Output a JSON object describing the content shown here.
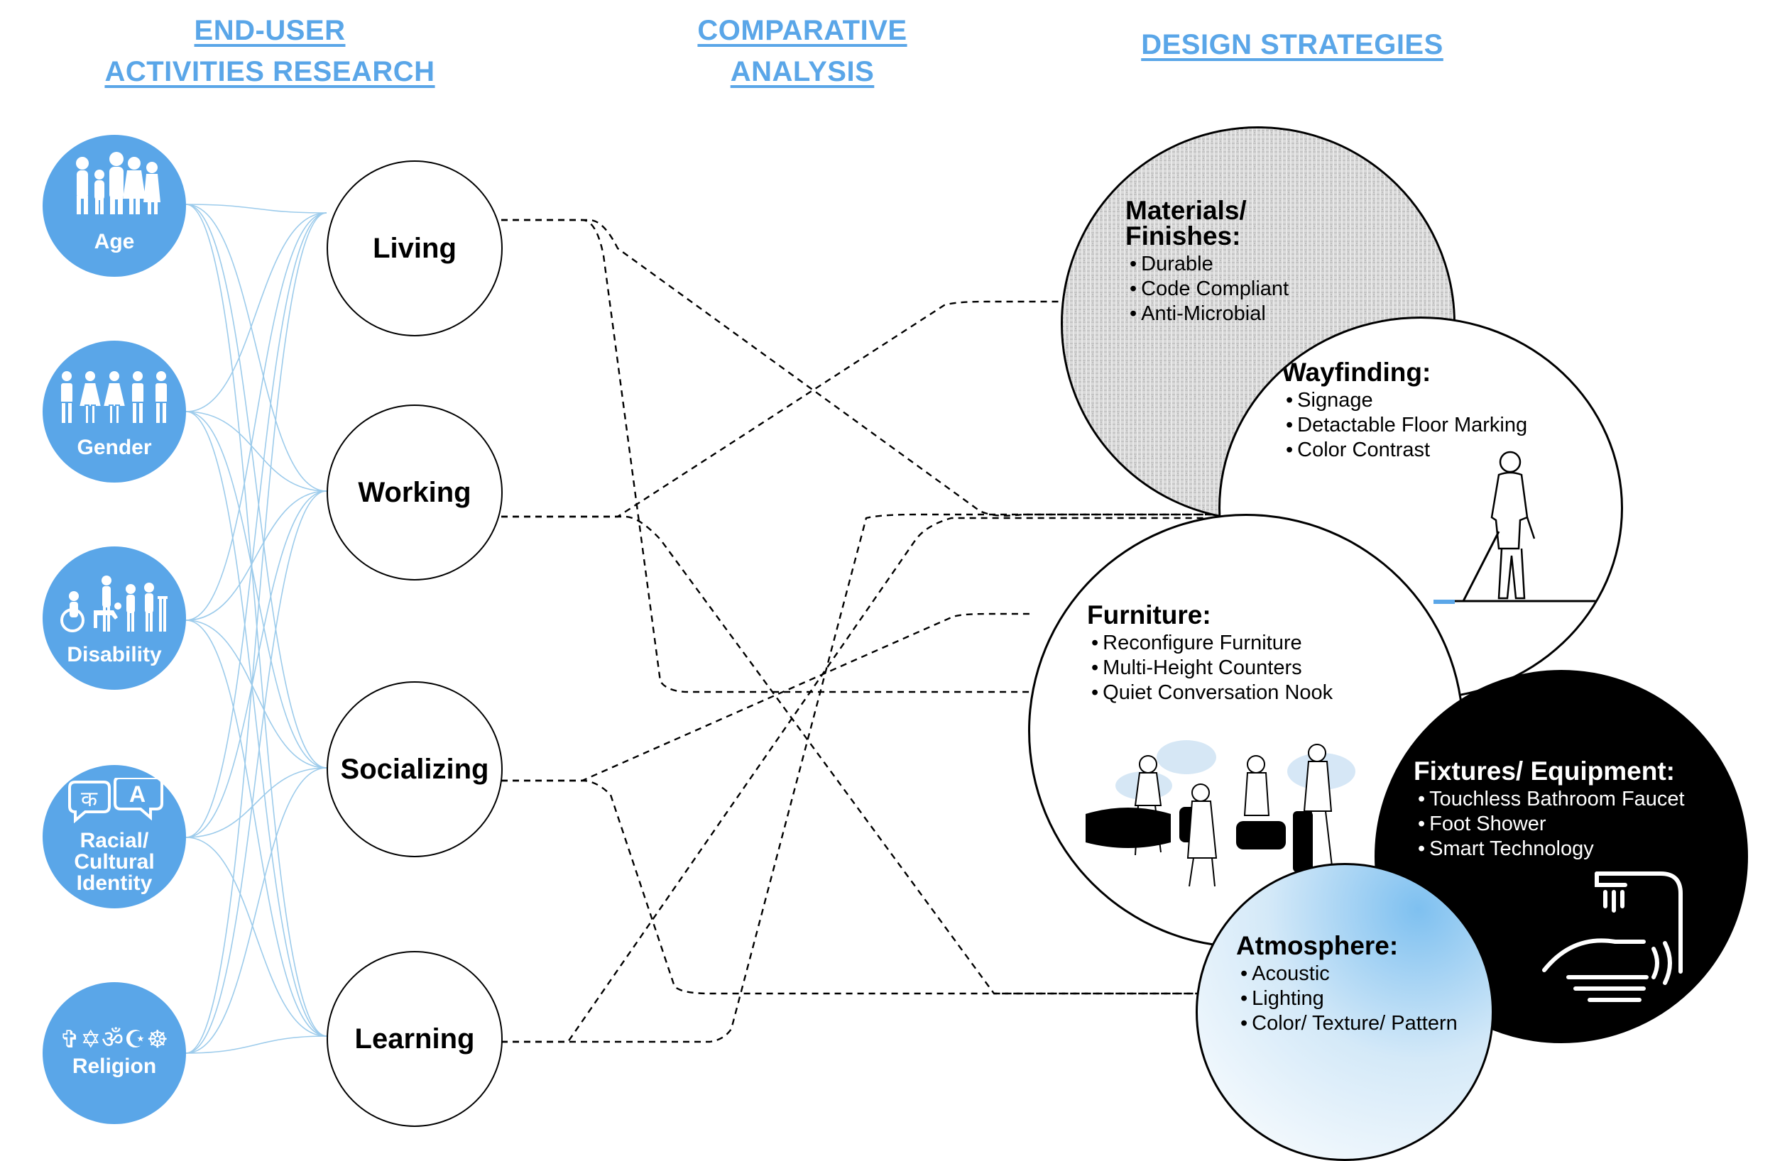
{
  "headers": {
    "user_research": [
      "END-USER",
      "ACTIVITIES RESEARCH"
    ],
    "comparative": [
      "COMPARATIVE",
      "ANALYSIS"
    ],
    "strategies": [
      "DESIGN STRATEGIES"
    ]
  },
  "user_factors": [
    {
      "label_lines": [
        "Age"
      ],
      "icon": "family-group-icon"
    },
    {
      "label_lines": [
        "Gender"
      ],
      "icon": "gender-figures-icon"
    },
    {
      "label_lines": [
        "Disability"
      ],
      "icon": "accessibility-figures-icon"
    },
    {
      "label_lines": [
        "Racial/",
        "Cultural",
        "Identity"
      ],
      "icon": "language-speech-icon"
    },
    {
      "label_lines": [
        "Religion"
      ],
      "icon": "religious-symbols-icon",
      "symbols": "✞✡ॐ☪☸"
    }
  ],
  "activities": [
    "Living",
    "Working",
    "Socializing",
    "Learning"
  ],
  "strategies": {
    "materials": {
      "title_lines": [
        "Materials/",
        "Finishes:"
      ],
      "items": [
        "Durable",
        "Code Compliant",
        "Anti-Microbial"
      ]
    },
    "wayfinding": {
      "title_lines": [
        "Wayfinding:"
      ],
      "items": [
        "Signage",
        "Detactable Floor Marking",
        "Color Contrast"
      ]
    },
    "furniture": {
      "title_lines": [
        "Furniture:"
      ],
      "items": [
        "Reconfigure Furniture",
        "Multi-Height Counters",
        "Quiet Conversation Nook"
      ]
    },
    "fixtures": {
      "title_lines": [
        "Fixtures/ Equipment:"
      ],
      "items": [
        "Touchless Bathroom Faucet",
        "Foot Shower",
        "Smart Technology"
      ]
    },
    "atmosphere": {
      "title_lines": [
        "Atmosphere:"
      ],
      "items": [
        "Acoustic",
        "Lighting",
        "Color/ Texture/ Pattern"
      ]
    }
  },
  "colors": {
    "accent_blue": "#5AA6E8",
    "link_line": "#9CCBEB",
    "dash_line": "#000000"
  }
}
